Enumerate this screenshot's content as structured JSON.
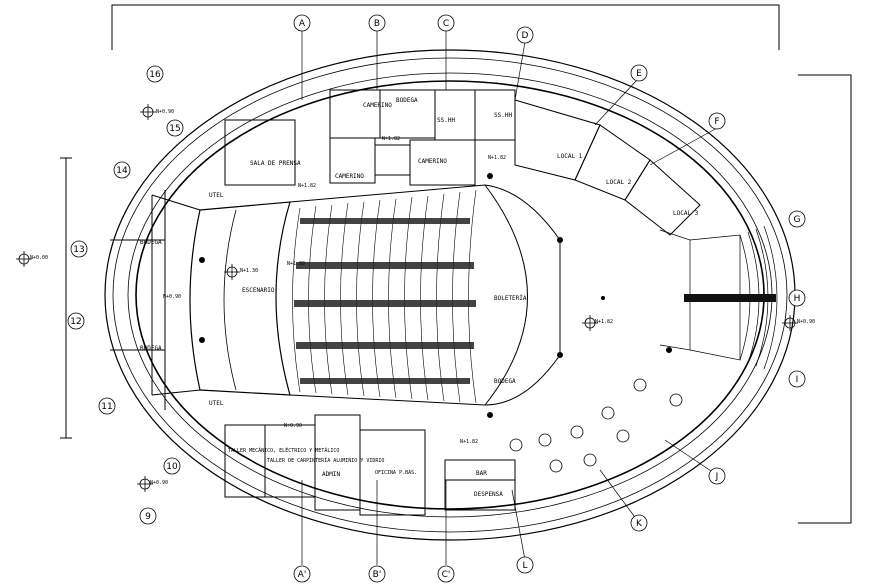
{
  "axes_top": [
    "A",
    "B",
    "C",
    "D",
    "E",
    "F",
    "G"
  ],
  "axes_right": [
    "H",
    "I",
    "J",
    "K"
  ],
  "axes_bottom": [
    "L",
    "C'",
    "B'",
    "A'"
  ],
  "axes_left": [
    "9",
    "10",
    "11",
    "12",
    "13",
    "14",
    "15",
    "16"
  ],
  "rooms": {
    "sala_prensa": "SALA DE PRENSA",
    "utel_top": "UTEL",
    "utel_bottom": "UTEL",
    "bodega_left": "BODEGA",
    "bodega_left2": "BODEGA",
    "escenario": "ESCENARIO",
    "camerino1": "CAMERINO",
    "camerino2": "CAMERINO",
    "camerino3": "CAMERINO",
    "bodega_top": "BODEGA",
    "boleteria": "BOLETERÍA",
    "bodega_right": "BODEGA",
    "local1": "LOCAL 1",
    "local2": "LOCAL 2",
    "local3": "LOCAL 3",
    "taller1": "TALLER MECÁNICO, ELÉCTRICO Y METÁLICO",
    "taller2": "TALLER DE CARPINTERÍA ALUMINIO Y VIDRIO",
    "admin": "ADMIN",
    "oficina": "OFICINA P.BÁS.",
    "bar": "BAR",
    "despensa": "DESPENSA",
    "ss_hh_1": "SS.HH",
    "ss_hh_2": "SS.HH"
  },
  "levels": {
    "left": "N+0.00",
    "top_left": "N+0.90",
    "left2": "N+0.90",
    "stage": "N+1.30",
    "audience": "N+1.80",
    "n1": "N+1.82",
    "n2": "N+1.82",
    "n3": "N+1.82",
    "lobby": "N+1.82",
    "right": "N+0.90",
    "bot_left": "N+0.90",
    "bottom": "N+0.90",
    "bottom2": "N+1.82"
  }
}
